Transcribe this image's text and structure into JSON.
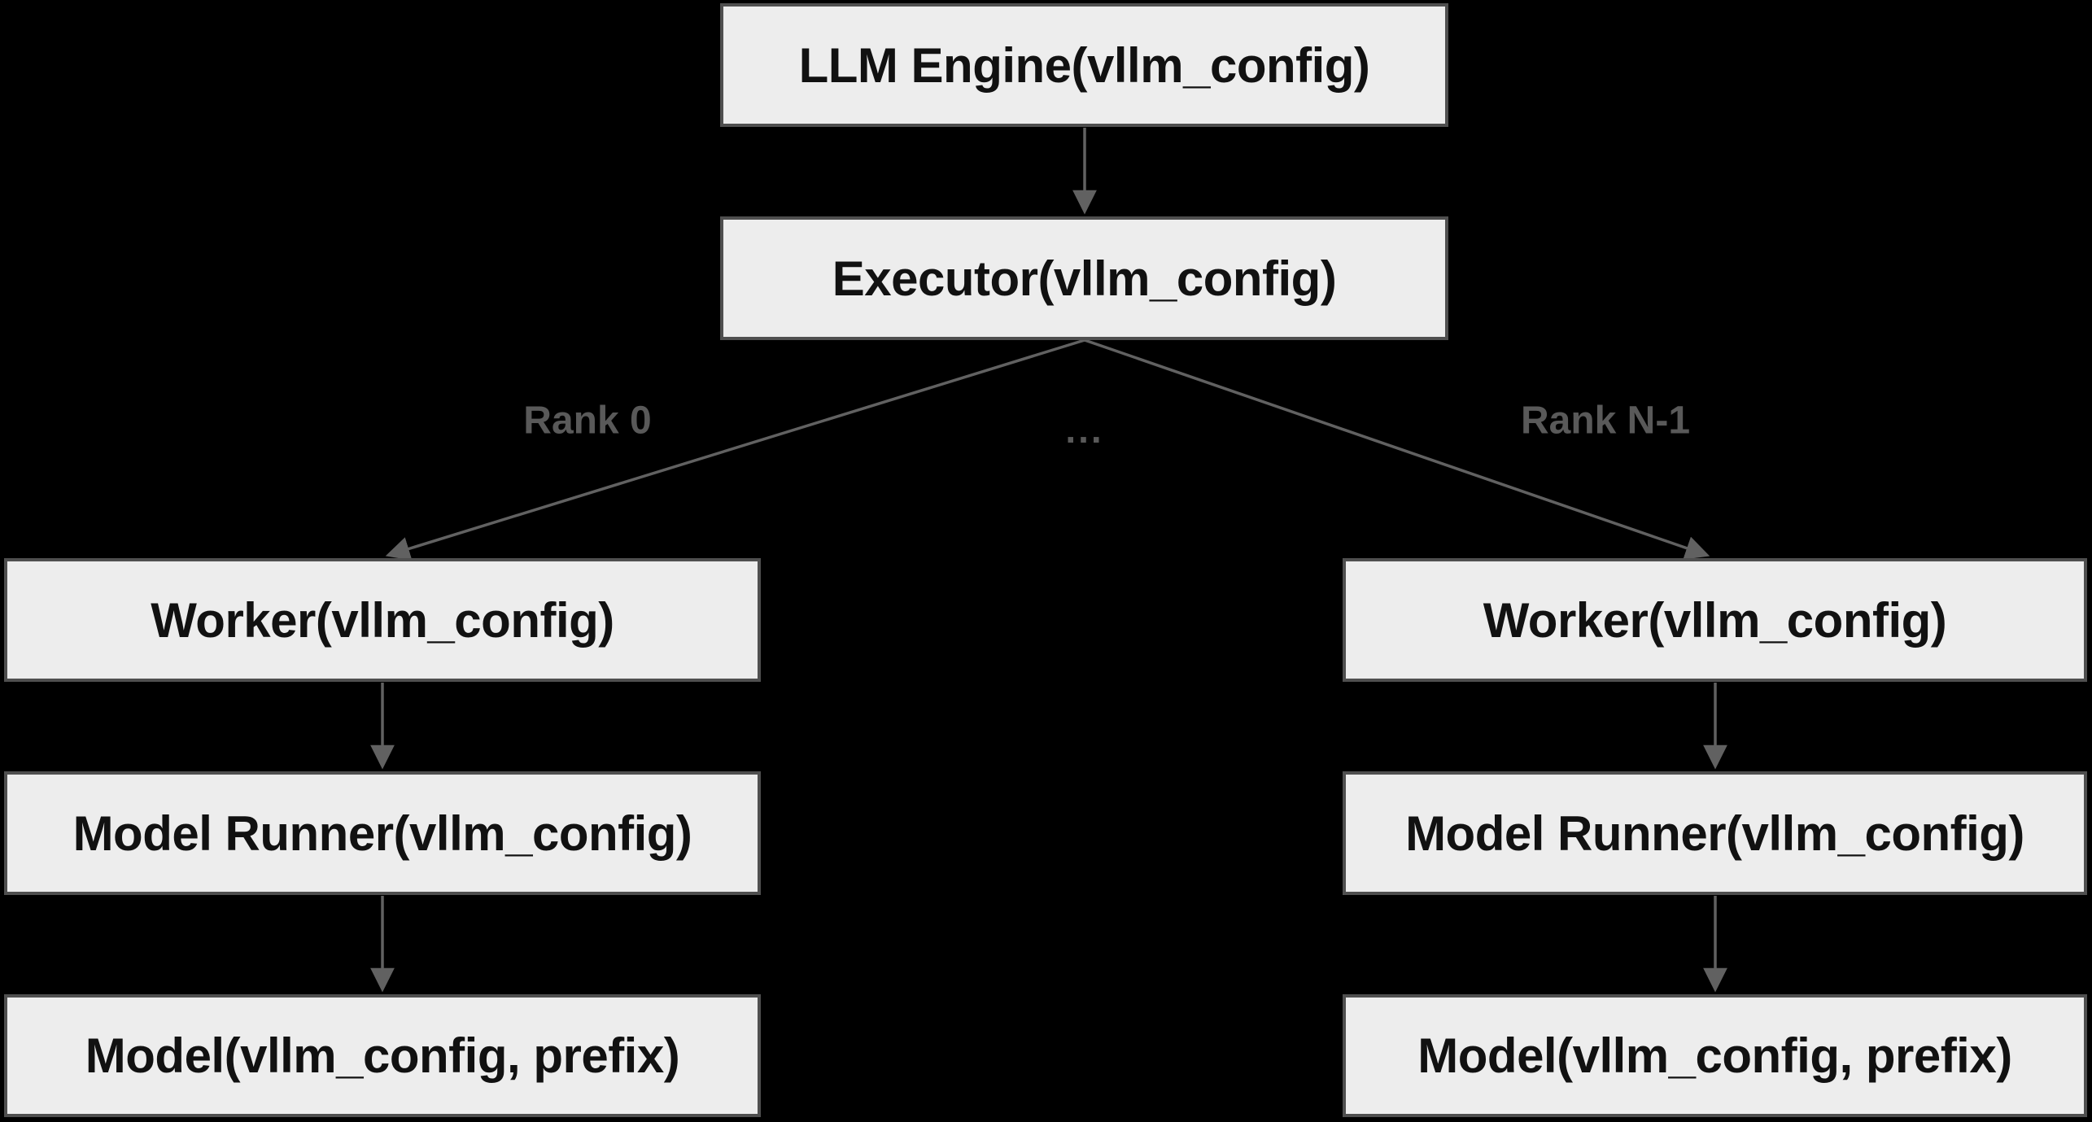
{
  "diagram": {
    "title": "vLLM engine architecture hierarchy",
    "colors": {
      "bg": "#000000",
      "node_fill": "#ededed",
      "node_border": "#4f4f4f",
      "line_color": "#616161",
      "label_color": "#595959",
      "node_text": "#111111"
    },
    "nodes": {
      "llm_engine": {
        "label": "LLM Engine(vllm_config)"
      },
      "executor": {
        "label": "Executor(vllm_config)"
      },
      "worker_left": {
        "label": "Worker(vllm_config)"
      },
      "model_runner_left": {
        "label": "Model Runner(vllm_config)"
      },
      "model_left": {
        "label": "Model(vllm_config, prefix)"
      },
      "worker_right": {
        "label": "Worker(vllm_config)"
      },
      "model_runner_right": {
        "label": "Model Runner(vllm_config)"
      },
      "model_right": {
        "label": "Model(vllm_config, prefix)"
      }
    },
    "edges": [
      {
        "from": "llm_engine",
        "to": "executor",
        "label": ""
      },
      {
        "from": "executor",
        "to": "worker_left",
        "label": "Rank 0"
      },
      {
        "from": "executor",
        "to": "worker_right",
        "label": "Rank N-1"
      },
      {
        "from": "worker_left",
        "to": "model_runner_left",
        "label": ""
      },
      {
        "from": "model_runner_left",
        "to": "model_left",
        "label": ""
      },
      {
        "from": "worker_right",
        "to": "model_runner_right",
        "label": ""
      },
      {
        "from": "model_runner_right",
        "to": "model_right",
        "label": ""
      }
    ],
    "edge_labels": {
      "rank_0": "Rank 0",
      "ellipsis": "...",
      "rank_n_1": "Rank N-1"
    }
  }
}
